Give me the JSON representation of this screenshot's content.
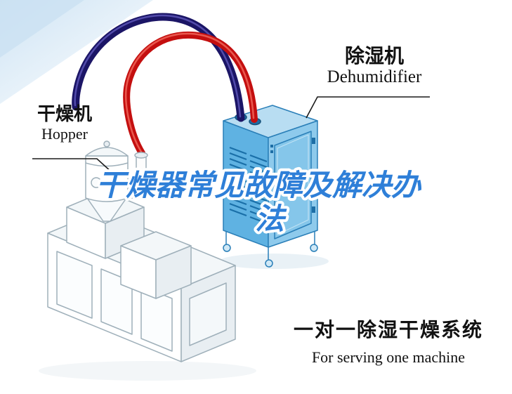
{
  "watermark": {
    "line1": "干燥器常见故障及解决办",
    "line2": "法",
    "color": "#2e7fd8"
  },
  "labels": {
    "hopper": {
      "cn": "干燥机",
      "en": "Hopper"
    },
    "dehumidifier": {
      "cn": "除湿机",
      "en": "Dehumidifier"
    }
  },
  "caption": {
    "cn": "一对一除湿干燥系统",
    "en": "For serving one machine"
  },
  "colors": {
    "hose_red": "#c40f0f",
    "hose_navy": "#1b1566",
    "cabinet_blue": "#5fb2e2",
    "cabinet_side_blue": "#8ecaec",
    "cabinet_top_blue": "#b8ddf2",
    "watermark_blue": "#2e7fd8",
    "corner_blue": "#cfe4f4",
    "machine_line_gray": "#9fb0ba"
  }
}
